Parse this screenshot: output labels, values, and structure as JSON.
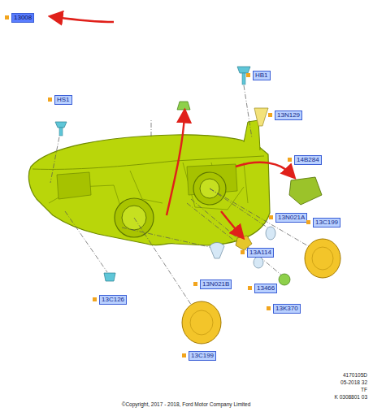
{
  "diagram": {
    "labels": [
      "13008",
      "HS1",
      "HB1",
      "13N129",
      "14B284",
      "13N021A",
      "13C199",
      "13A114",
      "13N021B",
      "13466",
      "13K370",
      "13C126",
      "13C199",
      "4170105D",
      "05-2018 32",
      "TF",
      "K 0308801 03",
      "©Copyright, 2017 - 2018, Ford Motor Company Limited"
    ]
  }
}
